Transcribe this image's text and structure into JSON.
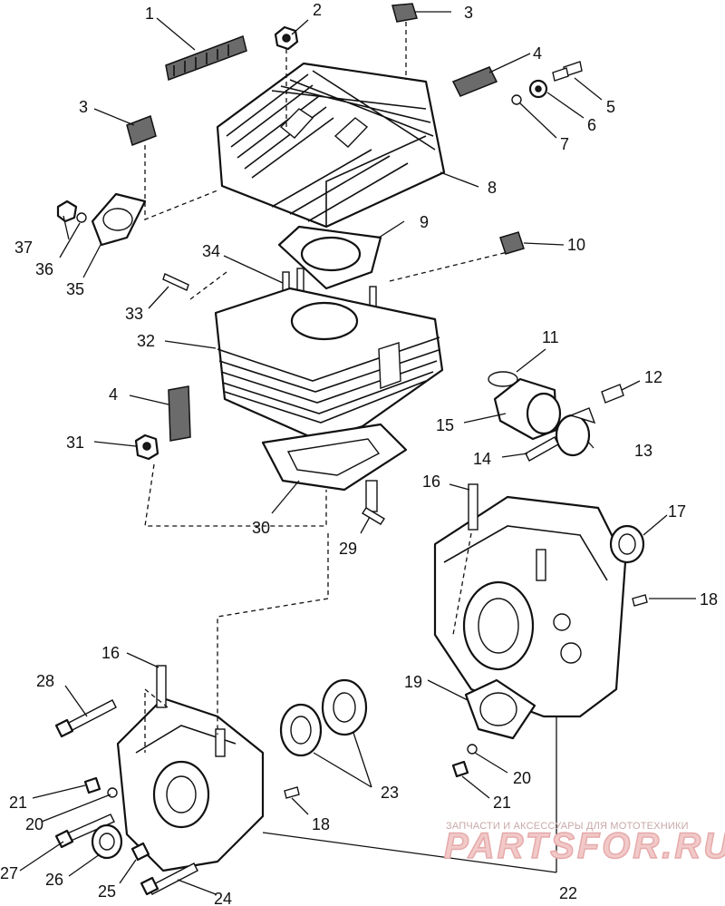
{
  "callouts": {
    "c1": "1",
    "c2": "2",
    "c3a": "3",
    "c3b": "3",
    "c4a": "4",
    "c4b": "4",
    "c5": "5",
    "c6": "6",
    "c7": "7",
    "c8": "8",
    "c9": "9",
    "c10": "10",
    "c11": "11",
    "c12": "12",
    "c13": "13",
    "c14": "14",
    "c15": "15",
    "c16a": "16",
    "c16b": "16",
    "c17": "17",
    "c18a": "18",
    "c18b": "18",
    "c19": "19",
    "c20a": "20",
    "c20b": "20",
    "c21a": "21",
    "c21b": "21",
    "c22": "22",
    "c23": "23",
    "c24": "24",
    "c25": "25",
    "c26": "26",
    "c27": "27",
    "c28": "28",
    "c29": "29",
    "c30": "30",
    "c31": "31",
    "c32": "32",
    "c33": "33",
    "c34": "34",
    "c35": "35",
    "c36": "36",
    "c37": "37"
  },
  "watermark": {
    "tagline": "ЗАПЧАСТИ И АКСЕССУАРЫ ДЛЯ МОТОТЕХНИКИ",
    "brand": "PARTSFOR.RU"
  }
}
